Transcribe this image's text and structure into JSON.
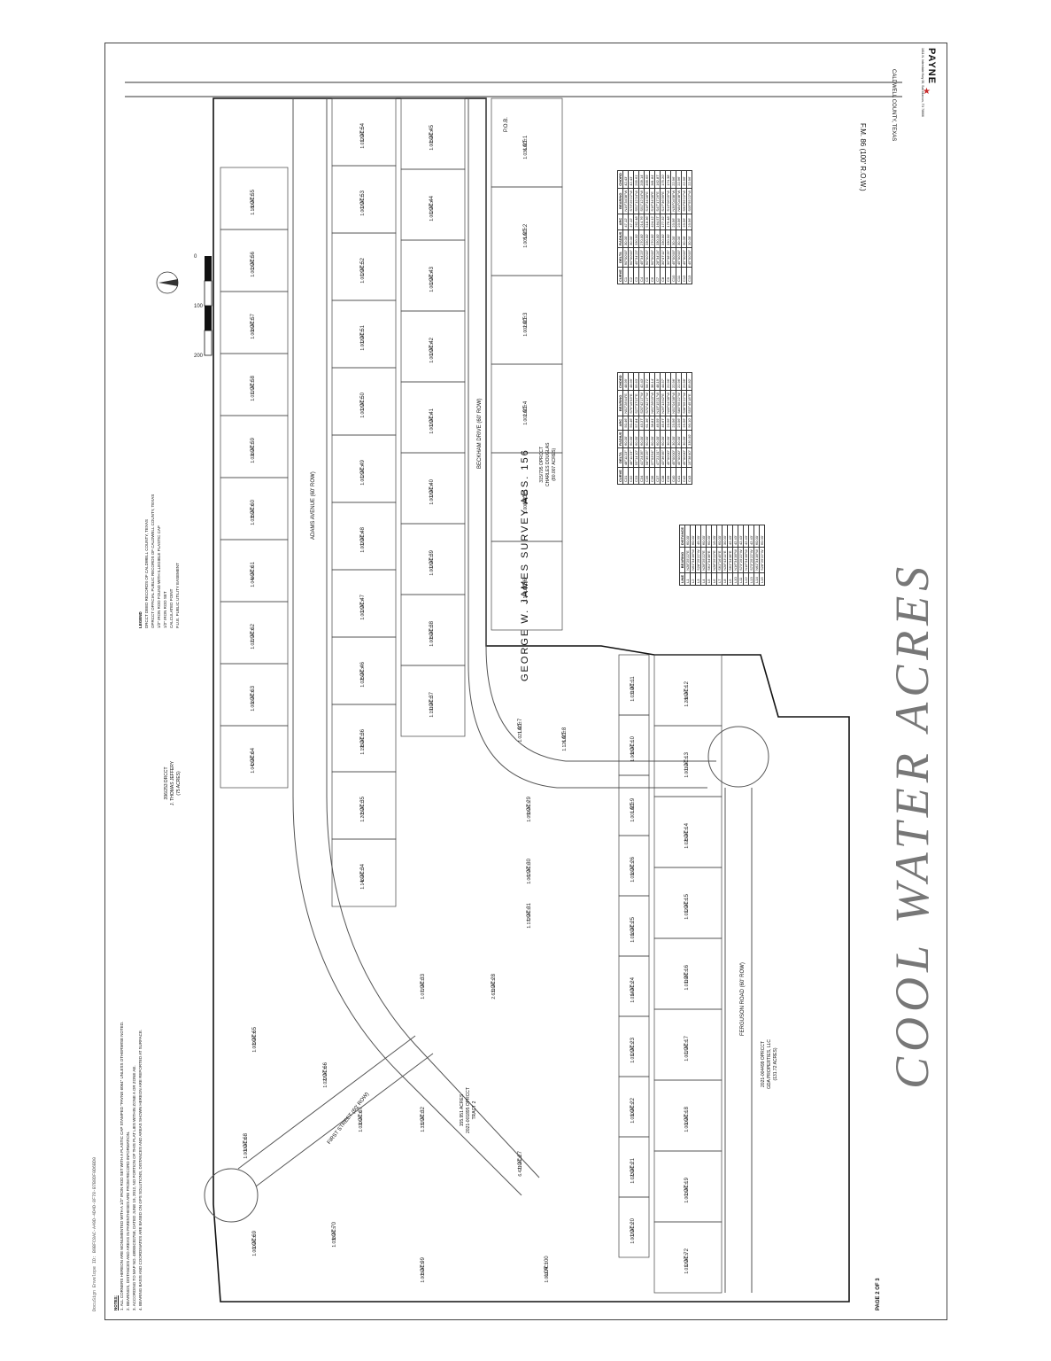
{
  "docusign_envelope": "DocuSign Envelope ID: B9BFC8AC-A49D-4D4D-8F78-B7B8DF0D6BD0",
  "subdivision_title": "COOL WATER ACRES",
  "county": "CALDWELL COUNTY, TEXAS",
  "firm": {
    "name": "PAYNE",
    "address": "1811 N. Interstate Hwy 35, San Marcos, TX 78666"
  },
  "highway": "F.M. 86 (100' R.O.W.)",
  "survey": "GEORGE W. JAMES SURVEY ABS. 156",
  "page_label": "PAGE 2 OF 3",
  "scale_ticks": [
    "0",
    "100",
    "200"
  ],
  "roads": {
    "adams": "ADAMS AVENUE (60' ROW)",
    "beckham": "BECKHAM DRIVE (60' ROW)",
    "ferguson": "FERGUSON ROAD (60' ROW)",
    "first": "FIRST STREET (60' ROW)"
  },
  "legend": {
    "title": "LEGEND",
    "items": [
      "DRCCT  DEED RECORDS OF CALDWELL COUNTY, TEXAS",
      "OPRCCT  OFFICIAL PUBLIC RECORDS OF CALDWELL COUNTY, TEXAS",
      "1/2\" IRON ROD FOUND WITH ILLEGIBLE PLASTIC CAP",
      "1/2\" IRON ROD SET",
      "CALCULATED POINT",
      "P.U.E.  PUBLIC UTILITY EASEMENT"
    ]
  },
  "notes": {
    "title": "NOTES:",
    "items": [
      "1. ALL CORNERS HEREON ARE MONUMENTED WITH A 1/2\" IRON ROD SET WITH A PLASTIC CAP STAMPED \"PAYNE 6064\" UNLESS OTHERWISE NOTED.",
      "2. BEARINGS, DISTANCES AND AREAS IN PARENTHESES ARE FROM RECORD INFORMATION.",
      "3. ACCORDING TO MAP NO. 48055C0275E, DATED JUNE 19, 2012, NO PORTION OF THIS PLAT LIES WITHIN ZONE A OR ZONE AE.",
      "4. BEARING BASIS AND COORDINATES ARE BASED ON GPS SOLUTIONS, DISTANCES AND AREAS SHOWN HEREON ARE REPORTED AT SURFACE."
    ]
  },
  "tracts": [
    {
      "label": "TRACT 2",
      "area": "155.951 ACRES",
      "rec": "2021-001895 OPRCCT"
    },
    {
      "label": "2021-004499 OPRCCT",
      "area": "(131.72 ACRES)",
      "rec": "GDA PROPERTIES, LLC"
    },
    {
      "label": "315/795 OPRCCT",
      "area": "(80.007 ACRES)",
      "rec": "CHARLES DOUGLAS"
    },
    {
      "label": "396/253 DRCCT",
      "area": "(75 ACRES)",
      "rec": "J. THOMAS JEFFERY"
    }
  ],
  "pob": "P.O.B.",
  "lots": [
    {
      "n": "LOT 1",
      "a": "1.036 AC±"
    },
    {
      "n": "LOT 2",
      "a": "1.005 AC±"
    },
    {
      "n": "LOT 3",
      "a": "1.002 AC±"
    },
    {
      "n": "LOT 4",
      "a": "1.002 AC±"
    },
    {
      "n": "LOT 5",
      "a": "1.000 AC±"
    },
    {
      "n": "LOT 6",
      "a": "1.100 AC±"
    },
    {
      "n": "LOT 7",
      "a": "1.021 AC±"
    },
    {
      "n": "LOT 8",
      "a": "1.126 AC±"
    },
    {
      "n": "LOT 9",
      "a": "1.001 AC±"
    },
    {
      "n": "LOT 10",
      "a": "1.068 AC±"
    },
    {
      "n": "LOT 11",
      "a": "1.031 AC±"
    },
    {
      "n": "LOT 12",
      "a": "1.286 AC±"
    },
    {
      "n": "LOT 13",
      "a": "1.001 AC±"
    },
    {
      "n": "LOT 14",
      "a": "1.025 AC±"
    },
    {
      "n": "LOT 15",
      "a": "1.012 AC±"
    },
    {
      "n": "LOT 16",
      "a": "1.011 AC±"
    },
    {
      "n": "LOT 17",
      "a": "1.007 AC±"
    },
    {
      "n": "LOT 18",
      "a": "1.000 AC±"
    },
    {
      "n": "LOT 19",
      "a": "1.003 AC±"
    },
    {
      "n": "LOT 20",
      "a": "1.002 AC±"
    },
    {
      "n": "LOT 21",
      "a": "1.023 AC±"
    },
    {
      "n": "LOT 22",
      "a": "1.010 AC±"
    },
    {
      "n": "LOT 23",
      "a": "1.012 AC±"
    },
    {
      "n": "LOT 24",
      "a": "1.014 AC±"
    },
    {
      "n": "LOT 25",
      "a": "1.016 AC±"
    },
    {
      "n": "LOT 26",
      "a": "1.016 AC±"
    },
    {
      "n": "LOT 27",
      "a": "6.421 AC±"
    },
    {
      "n": "LOT 28",
      "a": "2.631 AC±"
    },
    {
      "n": "LOT 29",
      "a": "1.059 AC±"
    },
    {
      "n": "LOT 30",
      "a": "1.067 AC±"
    },
    {
      "n": "LOT 31",
      "a": "1.172 AC±"
    },
    {
      "n": "LOT 32",
      "a": "1.337 AC±"
    },
    {
      "n": "LOT 33",
      "a": "1.077 AC±"
    },
    {
      "n": "LOT 34",
      "a": "1.146 AC±"
    },
    {
      "n": "LOT 35",
      "a": "1.205 AC±"
    },
    {
      "n": "LOT 36",
      "a": "1.195 AC±"
    },
    {
      "n": "LOT 37",
      "a": "1.191 AC±"
    },
    {
      "n": "LOT 38",
      "a": "1.005 AC±"
    },
    {
      "n": "LOT 39",
      "a": "1.002 AC±"
    },
    {
      "n": "LOT 40",
      "a": "1.002 AC±"
    },
    {
      "n": "LOT 41",
      "a": "1.002 AC±"
    },
    {
      "n": "LOT 42",
      "a": "1.002 AC±"
    },
    {
      "n": "LOT 43",
      "a": "1.002 AC±"
    },
    {
      "n": "LOT 44",
      "a": "1.002 AC±"
    },
    {
      "n": "LOT 45",
      "a": "1.005 AC±"
    },
    {
      "n": "LOT 46",
      "a": "1.025 AC±"
    },
    {
      "n": "LOT 47",
      "a": "1.002 AC±"
    },
    {
      "n": "LOT 48",
      "a": "1.002 AC±"
    },
    {
      "n": "LOT 49",
      "a": "1.002 AC±"
    },
    {
      "n": "LOT 50",
      "a": "1.002 AC±"
    },
    {
      "n": "LOT 51",
      "a": "1.002 AC±"
    },
    {
      "n": "LOT 52",
      "a": "1.002 AC±"
    },
    {
      "n": "LOT 53",
      "a": "1.002 AC±"
    },
    {
      "n": "LOT 54",
      "a": "1.012 AC±"
    },
    {
      "n": "LOT 55",
      "a": "1.180 AC±"
    },
    {
      "n": "LOT 56",
      "a": "1.003 AC±"
    },
    {
      "n": "LOT 57",
      "a": "1.008 AC±"
    },
    {
      "n": "LOT 58",
      "a": "1.017 AC±"
    },
    {
      "n": "LOT 59",
      "a": "1.026 AC±"
    },
    {
      "n": "LOT 60",
      "a": "1.035 AC±"
    },
    {
      "n": "LOT 61",
      "a": "1.044 AC±"
    },
    {
      "n": "LOT 62",
      "a": "1.027 AC±"
    },
    {
      "n": "LOT 63",
      "a": "1.006 AC±"
    },
    {
      "n": "LOT 64",
      "a": "1.043 AC±"
    },
    {
      "n": "LOT 65",
      "a": "1.009 AC±"
    },
    {
      "n": "LOT 66",
      "a": "1.022 AC±"
    },
    {
      "n": "LOT 67",
      "a": "1.020 AC±"
    },
    {
      "n": "LOT 68",
      "a": "1.000 AC±"
    },
    {
      "n": "LOT 69",
      "a": "1.000 AC±"
    },
    {
      "n": "LOT 70",
      "a": "1.038 AC±"
    },
    {
      "n": "LOT 71",
      "a": "1.000 AC±"
    },
    {
      "n": "LOT 72",
      "a": "1.012 AC±"
    },
    {
      "n": "LOT 99",
      "a": "1.005 AC±"
    },
    {
      "n": "LOT 100",
      "a": "1.003 AC±"
    },
    {
      "n": "LOT 123",
      "a": "1.001 AC±"
    },
    {
      "n": "LOT 124",
      "a": "1.001 AC±"
    }
  ],
  "line_table": {
    "headers": [
      "LINE",
      "BEARING",
      "DISTANCE"
    ],
    "rows": [
      [
        "L1",
        "N28°25'22\"E",
        "60.00'"
      ],
      [
        "L2",
        "N61°34'38\"W",
        "60.00'"
      ],
      [
        "L3",
        "S28°25'22\"W",
        "45.00'"
      ],
      [
        "L4",
        "N28°25'22\"E",
        "60.00'"
      ],
      [
        "L5",
        "S61°34'38\"E",
        "60.00'"
      ],
      [
        "L6",
        "N28°25'22\"E",
        "15.00'"
      ],
      [
        "L7",
        "S61°16'49\"E",
        "60.00'"
      ],
      [
        "L8",
        "N28°43'11\"E",
        "30.00'"
      ],
      [
        "L9",
        "S61°34'38\"E",
        "42.43'"
      ],
      [
        "L10",
        "N16°34'38\"W",
        "42.43'"
      ],
      [
        "L11",
        "S73°25'22\"W",
        "42.43'"
      ],
      [
        "L12",
        "N16°34'38\"W",
        "42.43'"
      ],
      [
        "L13",
        "S73°25'22\"W",
        "42.43'"
      ],
      [
        "L14",
        "N61°34'38\"W",
        "60.00'"
      ],
      [
        "L15",
        "S28°25'22\"W",
        "60.00'"
      ]
    ]
  },
  "curve_table_1": {
    "headers": [
      "CURVE",
      "DELTA",
      "RADIUS",
      "ARC",
      "BEARING",
      "CHORD"
    ],
    "rows": [
      [
        "C1",
        "90°00'00\"",
        "30.00'",
        "47.12'",
        "N16°34'38\"W",
        "42.43'"
      ],
      [
        "C2",
        "90°00'00\"",
        "30.00'",
        "47.12'",
        "S73°25'22\"W",
        "42.43'"
      ],
      [
        "C3",
        "45°34'23\"",
        "330.00'",
        "262.48'",
        "S51°12'34\"W",
        "255.61'"
      ],
      [
        "C4",
        "45°34'23\"",
        "270.00'",
        "214.76'",
        "S51°12'34\"W",
        "209.14'"
      ],
      [
        "C5",
        "90°00'00\"",
        "330.00'",
        "518.36'",
        "S16°34'38\"E",
        "466.69'"
      ],
      [
        "C6",
        "90°00'00\"",
        "270.00'",
        "424.12'",
        "S16°34'38\"E",
        "381.84'"
      ],
      [
        "C7",
        "28°34'24\"",
        "330.00'",
        "164.57'",
        "S47°17'26\"E",
        "162.87'"
      ],
      [
        "C8",
        "30°47'11\"",
        "330.00'",
        "177.32'",
        "S17°36'39\"E",
        "175.20'"
      ],
      [
        "C9",
        "30°38'25\"",
        "330.00'",
        "176.48'",
        "S13°06'09\"W",
        "174.38'"
      ],
      [
        "C10",
        "45°00'00\"",
        "30.00'",
        "23.56'",
        "N39°04'38\"W",
        "22.96'"
      ],
      [
        "C11",
        "45°00'00\"",
        "30.00'",
        "23.56'",
        "N84°04'38\"W",
        "22.96'"
      ],
      [
        "C12",
        "45°00'00\"",
        "30.00'",
        "23.56'",
        "S50°55'22\"W",
        "22.96'"
      ],
      [
        "C13",
        "45°00'00\"",
        "30.00'",
        "23.56'",
        "S05°55'22\"W",
        "22.96'"
      ]
    ]
  },
  "curve_table_2": {
    "headers": [
      "CURVE",
      "DELTA",
      "RADIUS",
      "ARC",
      "BEARING",
      "CHORD"
    ],
    "rows": [
      [
        "C31",
        "48°11'23\"",
        "60.00'",
        "50.46'",
        "N52°28'44\"E",
        "48.99'"
      ],
      [
        "C32",
        "48°11'23\"",
        "60.00'",
        "50.46'",
        "S79°19'53\"E",
        "48.99'"
      ],
      [
        "C33",
        "55°14'10\"",
        "60.00'",
        "57.84'",
        "S27°37'07\"E",
        "55.63'"
      ],
      [
        "C34",
        "41°24'35\"",
        "60.00'",
        "43.37'",
        "S20°42'17\"W",
        "42.43'"
      ],
      [
        "C35",
        "58°35'25\"",
        "60.00'",
        "61.36'",
        "S70°42'17\"W",
        "58.72'"
      ],
      [
        "C36",
        "37°03'54\"",
        "60.00'",
        "38.81'",
        "N61°28'03\"W",
        "38.14'"
      ],
      [
        "C37",
        "47°21'31\"",
        "60.00'",
        "49.59'",
        "N19°15'21\"W",
        "48.19'"
      ],
      [
        "C38",
        "43°36'35\"",
        "60.00'",
        "45.67'",
        "N26°13'42\"E",
        "44.57'"
      ],
      [
        "C39",
        "45°00'00\"",
        "30.00'",
        "23.56'",
        "N06°04'38\"W",
        "22.96'"
      ],
      [
        "C40",
        "45°00'00\"",
        "30.00'",
        "23.56'",
        "N51°04'38\"W",
        "22.96'"
      ],
      [
        "C41",
        "45°00'00\"",
        "30.00'",
        "23.56'",
        "S83°55'22\"W",
        "22.96'"
      ],
      [
        "C42",
        "45°00'00\"",
        "30.00'",
        "23.56'",
        "S38°55'22\"W",
        "22.96'"
      ],
      [
        "C43",
        "15°38'40\"",
        "330.00'",
        "90.10'",
        "S53°45'18\"E",
        "89.82'"
      ]
    ]
  }
}
